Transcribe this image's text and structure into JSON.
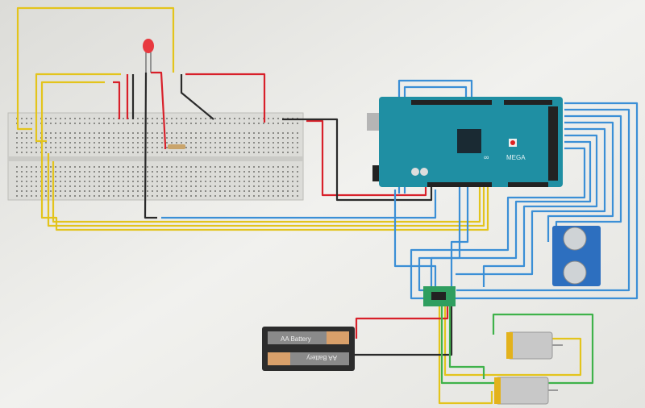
{
  "arduino": {
    "brand_label": "MEGA"
  },
  "battery_holder": {
    "cell_top_label": "AA Battery",
    "cell_bottom_label": "AA Battery"
  },
  "colors": {
    "arduino": "#1f8fa3",
    "breadboard": "#dcdcd8",
    "wire_yellow": "#e3c41c",
    "wire_blue": "#3b8fd6",
    "wire_red": "#d8202a",
    "wire_black": "#2a2a2a",
    "wire_green": "#3fb24a"
  }
}
